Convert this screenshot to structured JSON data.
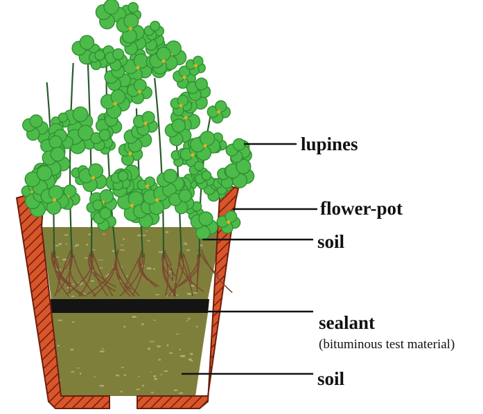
{
  "labels": {
    "lupines": "lupines",
    "flower_pot": "flower-pot",
    "soil_upper": "soil",
    "sealant": "sealant",
    "sealant_note": "(bituminous test material)",
    "soil_lower": "soil"
  },
  "colors": {
    "pot": "#d9552a",
    "pot_hatch": "#6b1e0d",
    "soil": "#7f7f3c",
    "soil_specks": "#cfcfb0",
    "sealant": "#141414",
    "leaf": "#4cbb4a",
    "leaf_dark": "#2f8f32",
    "flower": "#e0b020",
    "root": "#7a4a30",
    "leader_line": "#111111"
  }
}
